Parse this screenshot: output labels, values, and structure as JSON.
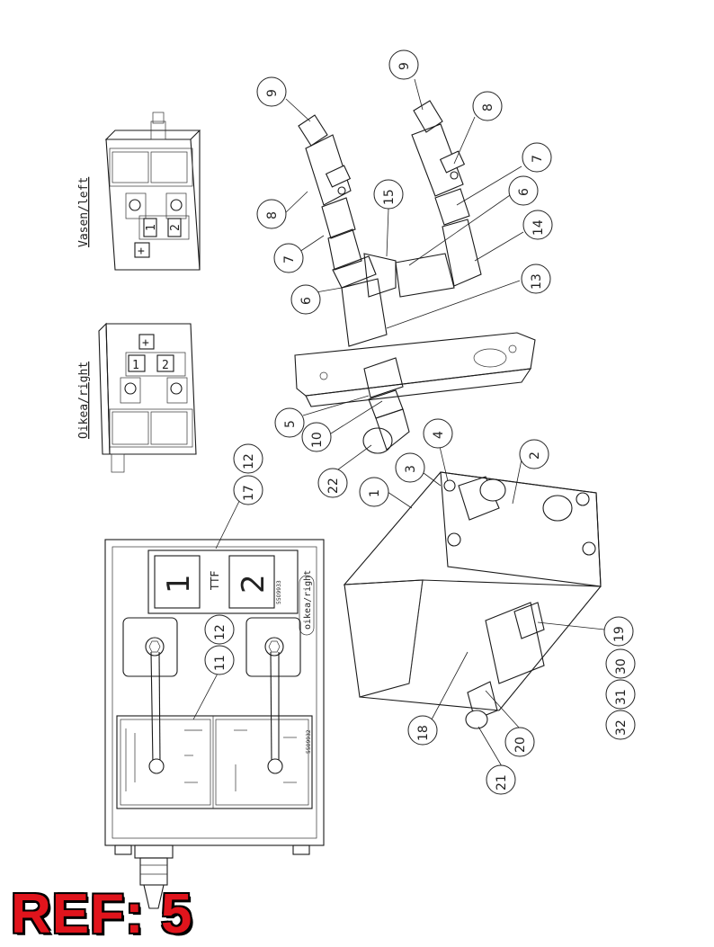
{
  "ref_badge": "REF: 5",
  "views": {
    "left_label": "Vasen/left",
    "right_label": "Oikea/right",
    "panel_label": "oikea/right"
  },
  "panel": {
    "pos1": "1",
    "pos2": "2",
    "ttf": "TTF",
    "plate_code": "5509933",
    "sticker_code": "5509932",
    "plus": "+"
  },
  "callouts": [
    "1",
    "2",
    "3",
    "4",
    "5",
    "6",
    "6",
    "7",
    "7",
    "8",
    "8",
    "9",
    "9",
    "10",
    "11",
    "12",
    "12",
    "13",
    "14",
    "15",
    "17",
    "18",
    "19",
    "20",
    "21",
    "22",
    "30",
    "31",
    "32"
  ],
  "colors": {
    "badge_red": "#e0141c",
    "ink": "#1a1a1a"
  }
}
